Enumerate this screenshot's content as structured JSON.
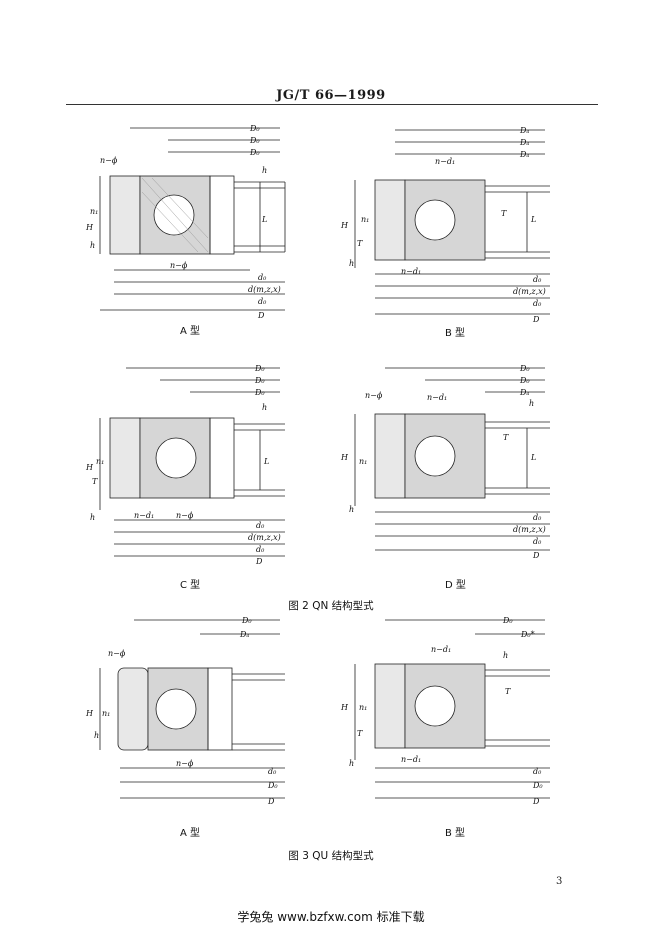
{
  "header": {
    "code": "JG/T 66—1999"
  },
  "figure2": {
    "caption": "图 2   QN 结构型式",
    "A": {
      "type_label": "A 型",
      "dims": [
        "D₀",
        "D₀",
        "D₀",
        "h",
        "L",
        "H",
        "n₁",
        "h",
        "n−ϕ",
        "n−ϕ",
        "d₀",
        "d(m,z,x)",
        "d₀",
        "D"
      ]
    },
    "B": {
      "type_label": "B 型"
    },
    "C": {
      "type_label": "C 型"
    },
    "D": {
      "type_label": "D 型"
    }
  },
  "figure3": {
    "caption": "图 3   QU 结构型式",
    "A": {
      "type_label": "A 型"
    },
    "B": {
      "type_label": "B 型"
    }
  },
  "labels": {
    "Do": "D₀",
    "Db": "Dₐ",
    "Di": "D₀",
    "do": "d₀",
    "dm": "d(m,z,x)",
    "D": "D",
    "H": "H",
    "h": "h",
    "L": "L",
    "T": "T",
    "n1": "n₁",
    "n_phi": "n−ϕ",
    "n_d1": "n−d₁",
    "Dstar": "D₀*"
  },
  "page_number": "3",
  "footer": "学兔兔 www.bzfxw.com 标准下载"
}
